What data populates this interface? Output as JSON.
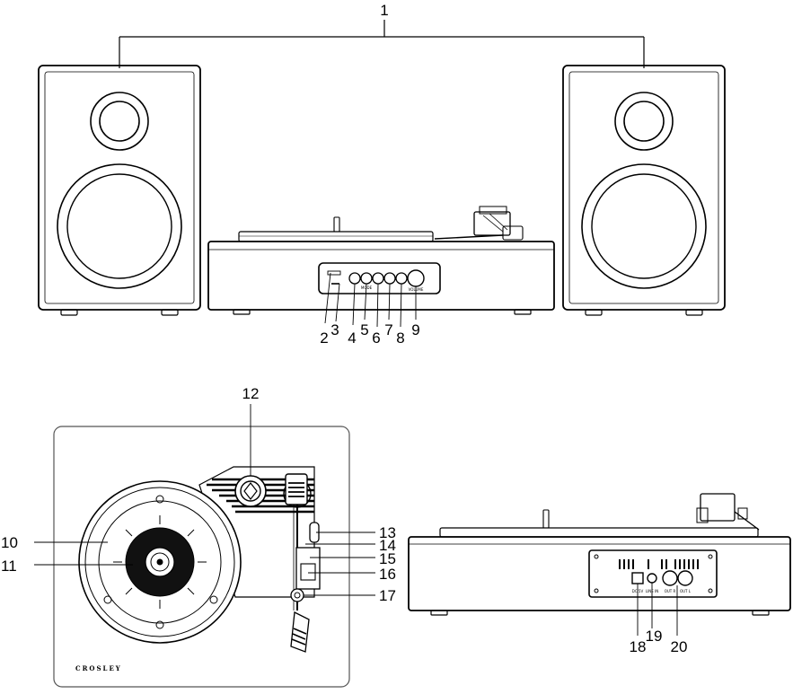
{
  "callouts": {
    "c1": "1",
    "c2": "2",
    "c3": "3",
    "c4": "4",
    "c5": "5",
    "c6": "6",
    "c7": "7",
    "c8": "8",
    "c9": "9",
    "c10": "10",
    "c11": "11",
    "c12": "12",
    "c13": "13",
    "c14": "14",
    "c15": "15",
    "c16": "16",
    "c17": "17",
    "c18": "18",
    "c19": "19",
    "c20": "20"
  },
  "brand_logo": "CROSLEY",
  "panel_labels": {
    "mode": "MODE",
    "volume": "VOLUME",
    "dc": "DC 5V",
    "line_in": "LINE IN",
    "out_r": "OUT R",
    "out_l": "OUT L"
  }
}
